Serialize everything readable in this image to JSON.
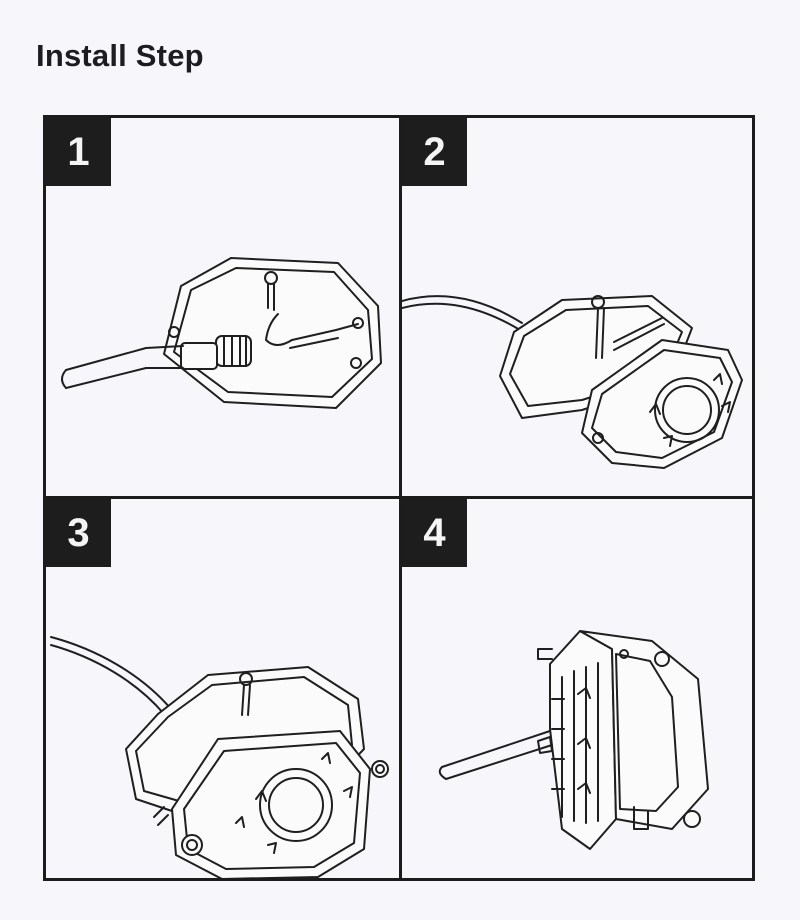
{
  "header": {
    "title": "Install Step"
  },
  "steps": [
    {
      "number": "1",
      "illustration": "connect-cable-to-mount-plate-illustration"
    },
    {
      "number": "2",
      "illustration": "attach-light-to-plate-illustration"
    },
    {
      "number": "3",
      "illustration": "secure-light-with-screws-illustration"
    },
    {
      "number": "4",
      "illustration": "assembled-light-side-view-illustration"
    }
  ],
  "colors": {
    "ink": "#1d1d1d",
    "paper": "#f7f6fa"
  }
}
